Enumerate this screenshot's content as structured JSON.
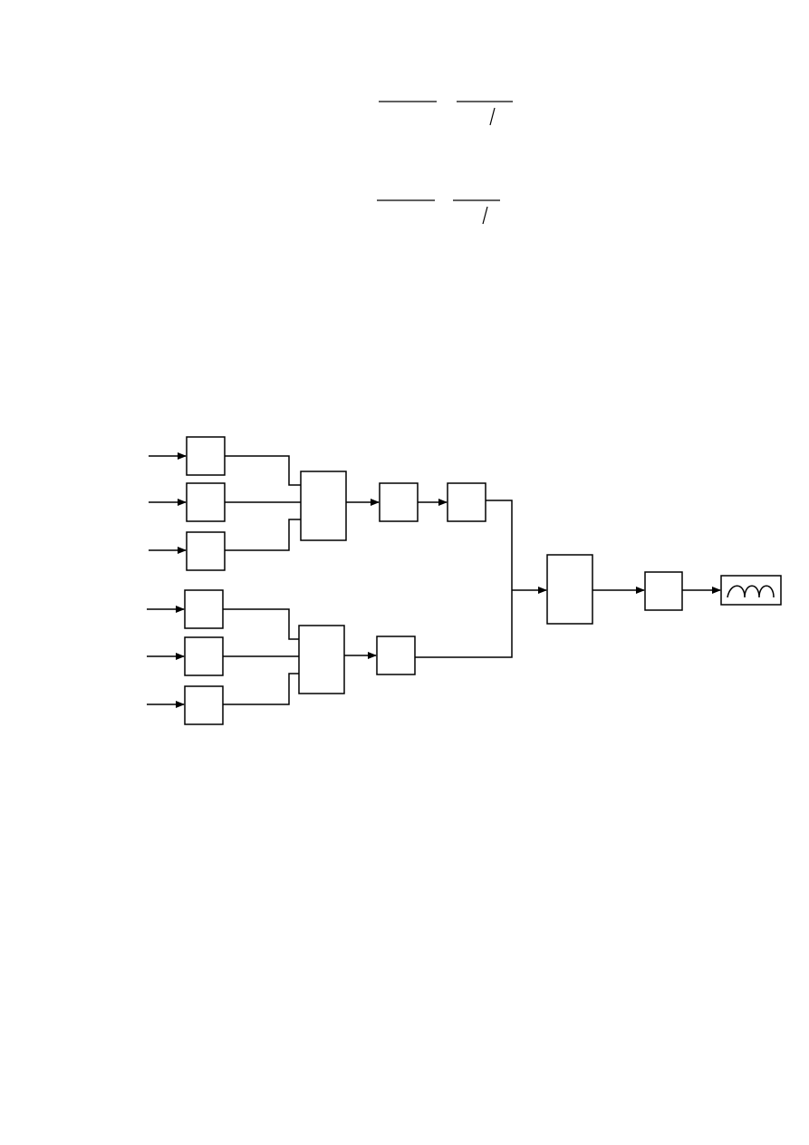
{
  "colors": {
    "stroke": "#000000",
    "background": "#ffffff"
  },
  "formulas": [
    {
      "name": "formula-1",
      "fraction_bars": 2,
      "slash": true
    },
    {
      "name": "formula-2",
      "fraction_bars": 2,
      "slash": true
    }
  ],
  "diagram": {
    "upper_inputs": 3,
    "lower_inputs": 3,
    "output_icon": "coil-icon"
  }
}
